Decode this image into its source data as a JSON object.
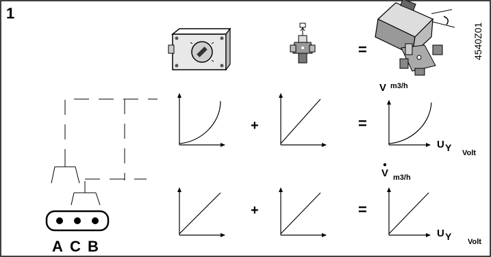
{
  "figure_number": "1",
  "figure_code": "4540Z01",
  "operators": {
    "plus": "+",
    "equals": "="
  },
  "flow_label": {
    "symbol": "V",
    "unit": "m3/h"
  },
  "flow_rate_label": {
    "symbol": "V",
    "unit": "m3/h"
  },
  "voltage_label": {
    "symbol": "U",
    "subscript": "Y",
    "unit": "Volt"
  },
  "terminals": [
    "A",
    "C",
    "B"
  ],
  "icons": [
    "actuator-box-icon",
    "valve-icon",
    "valve-actuator-assembly-icon"
  ],
  "curves": [
    {
      "row": "top",
      "actuator": "equal-percentage",
      "valve": "linear",
      "result": "equal-percentage"
    },
    {
      "row": "bottom",
      "actuator": "linear",
      "valve": "linear",
      "result": "linear"
    }
  ]
}
